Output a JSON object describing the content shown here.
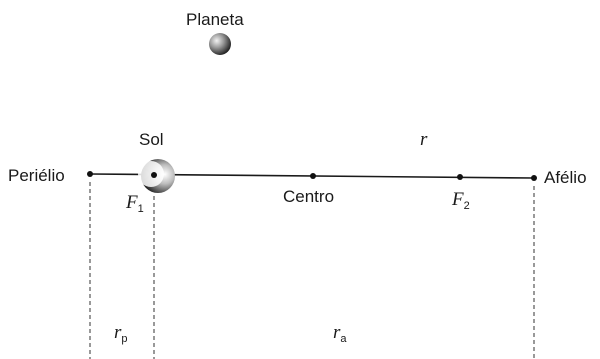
{
  "labels": {
    "planet": "Planeta",
    "sun": "Sol",
    "perihelion": "Periélio",
    "aphelion": "Afélio",
    "center": "Centro",
    "r": "r",
    "focus1_base": "F",
    "focus1_sub": "1",
    "focus2_base": "F",
    "focus2_sub": "2",
    "rp_base": "r",
    "rp_sub": "p",
    "ra_base": "r",
    "ra_sub": "a"
  }
}
